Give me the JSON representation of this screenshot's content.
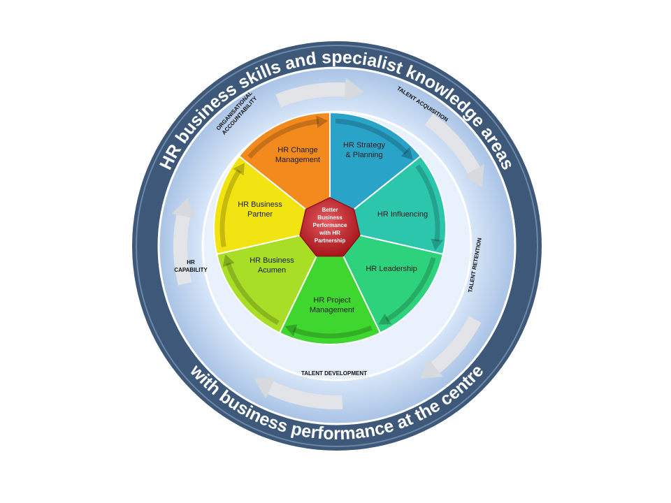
{
  "outer_ring": {
    "top_text": "HR business skills and specialist knowledge areas",
    "bottom_text": "with business performance at the centre"
  },
  "cycle_labels": {
    "organisational_accountability": [
      "ORGANISATIONAL",
      "ACCOUNTABILITY"
    ],
    "talent_acquisition": "TALENT ACQUISITION",
    "talent_retention": "TALENT RETENTION",
    "talent_development": "TALENT DEVELOPMENT",
    "hr_capability": [
      "HR",
      "CAPABILITY"
    ]
  },
  "segments": [
    {
      "id": "strategy",
      "lines": [
        "HR Strategy",
        "& Planning"
      ],
      "color": "#2aa3c8"
    },
    {
      "id": "influencing",
      "lines": [
        "HR Influencing"
      ],
      "color": "#2cc6ad"
    },
    {
      "id": "leadership",
      "lines": [
        "HR Leadership"
      ],
      "color": "#2ed27c"
    },
    {
      "id": "project",
      "lines": [
        "HR Project",
        "Management"
      ],
      "color": "#3fd62f"
    },
    {
      "id": "acumen",
      "lines": [
        "HR Business",
        "Acumen"
      ],
      "color": "#a9de27"
    },
    {
      "id": "partner",
      "lines": [
        "HR Business",
        "Partner"
      ],
      "color": "#f2e312"
    },
    {
      "id": "change",
      "lines": [
        "HR Change",
        "Management"
      ],
      "color": "#f28a1e"
    }
  ],
  "center": {
    "lines": [
      "Better",
      "Business",
      "Performance",
      "with HR",
      "Partnership"
    ],
    "color": "#c9252c"
  },
  "colors": {
    "outer_ring": "#3d5878",
    "middle_ring": "#c4d8f2",
    "inner_ring": "#e3eefb",
    "arrow": "#e4e6e8"
  }
}
